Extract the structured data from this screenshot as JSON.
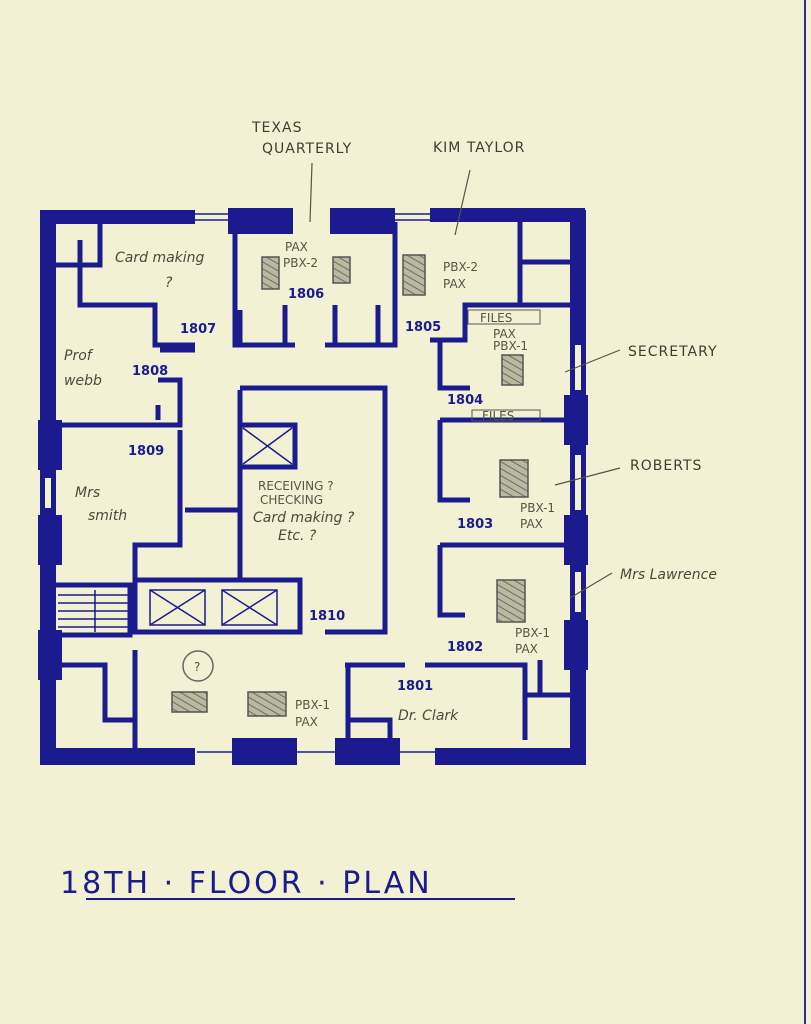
{
  "title": "18TH · FLOOR · PLAN",
  "title_parts": {
    "ordinal": "18TH",
    "rest": "FLOOR · PLAN"
  },
  "colors": {
    "paper": "#f2f1d4",
    "ink_blue": "#1b1a8e",
    "pencil": "#4a4a3a"
  },
  "rooms": {
    "r1801": {
      "number": "1801",
      "occupant": "Dr. Clark"
    },
    "r1802": {
      "number": "1802",
      "equipment": [
        "PBX-1",
        "PAX"
      ]
    },
    "r1803": {
      "number": "1803",
      "equipment": [
        "PBX-1",
        "PAX"
      ]
    },
    "r1804": {
      "number": "1804",
      "equipment": [
        "PAX",
        "PBX-1"
      ],
      "files": [
        "FILES",
        "FILES"
      ]
    },
    "r1805": {
      "number": "1805",
      "equipment": [
        "PBX-2",
        "PAX"
      ]
    },
    "r1806": {
      "number": "1806",
      "equipment": [
        "PAX",
        "PBX-2"
      ]
    },
    "r1807": {
      "number": "1807",
      "use": [
        "Card making",
        "?"
      ]
    },
    "r1808": {
      "number": "1808",
      "occupant": [
        "Prof",
        "webb"
      ]
    },
    "r1809": {
      "number": "1809",
      "occupant": [
        "Mrs",
        "smith"
      ]
    },
    "r1810": {
      "number": "1810",
      "use": [
        "RECEIVING ?",
        "CHECKING",
        "Card making ?",
        "Etc. ?"
      ]
    },
    "lobby": {
      "equipment": [
        "PBX-1",
        "PAX"
      ],
      "note": "?"
    }
  },
  "callouts": {
    "texas": [
      "TEXAS",
      "QUARTERLY"
    ],
    "kim": "KIM TAYLOR",
    "secretary": "SECRETARY",
    "roberts": "ROBERTS",
    "lawrence": "Mrs Lawrence"
  }
}
